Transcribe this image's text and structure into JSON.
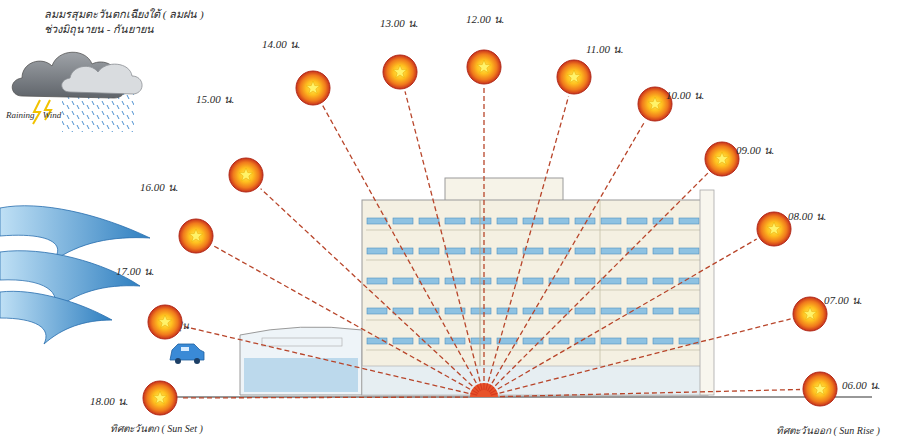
{
  "diagram": {
    "title": "ลมมรสุมตะวันตกเฉียงใต้ ( ลมฝน )",
    "nodes": [
      {
        "text": [
          "06.00 น."
        ]
      },
      {
        "text": [
          "07.00 น."
        ]
      },
      {
        "text": [
          "08.00 น."
        ]
      },
      {
        "text": [
          "09.00 น."
        ]
      },
      {
        "text": [
          "10.00 น."
        ]
      },
      {
        "text": [
          "11.00 น."
        ]
      },
      {
        "text": [
          "12.00 น."
        ]
      },
      {
        "text": [
          "13.00 น."
        ]
      },
      {
        "text": [
          "14.00 น."
        ]
      },
      {
        "text": [
          "15.00 น."
        ]
      },
      {
        "text": [
          "16.00 น."
        ]
      },
      {
        "text": [
          "17.00 น."
        ]
      },
      {
        "text": [
          "18.00 น."
        ]
      }
    ],
    "labels": [
      "ช่วงมิถุนายน - กันยายน",
      "Raining Wind",
      "ฝุ่น",
      "ทิศตะวันตก ( Sun Set )",
      "ทิศตะวันออก ( Sun Rise )"
    ]
  }
}
